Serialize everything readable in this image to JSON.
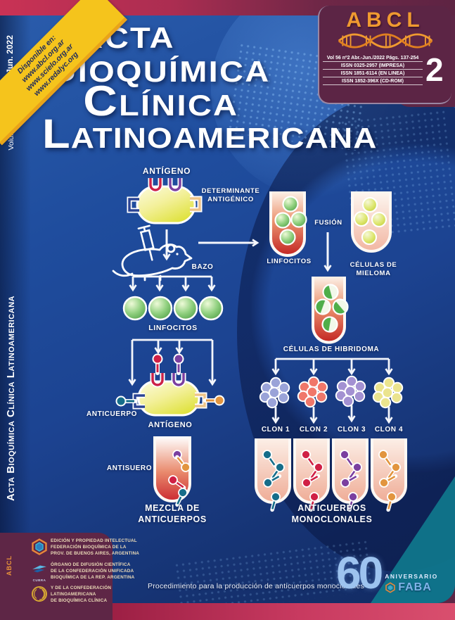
{
  "ribbon": {
    "lines": [
      "Disponible en:",
      "www.abcl.org.ar",
      "www.scielo.org.ar",
      "www.redalyc.org"
    ]
  },
  "masthead": {
    "title_lines": [
      "Acta",
      "Bioquímica",
      "Clínica",
      "Latinoamericana"
    ]
  },
  "abcl_box": {
    "logo": "ABCL",
    "vol_line": "Vol 56 nº2 Abr.-Jun./2022 Págs. 137-254",
    "issn_print": "ISSN 0325-2957 (IMPRESA)",
    "issn_online": "ISSN 1851-6114 (EN LINEA)",
    "issn_cd": "ISSN 1852-396X (CD-ROM)",
    "issue_number": "2"
  },
  "sidebar": {
    "date": "Abr.-Jun. 2022",
    "issue": "2",
    "volume": "Volumen 56",
    "journal": "Acta Bioquímica Clínica Latinoamericana"
  },
  "diagram": {
    "antigen_top": "ANTÍGENO",
    "determinant": "DETERMINANTE ANTIGÉNICO",
    "bazo": "BAZO",
    "lymphocytes_left": "LINFOCITOS",
    "antibody": "ANTICUERPO",
    "antigen_bottom": "ANTÍGENO",
    "antiserum": "ANTISUERO",
    "mixture": "MEZCLA DE ANTICUERPOS",
    "lymphocytes_right": "LINFOCITOS",
    "fusion": "FUSIÓN",
    "myeloma": "CÉLULAS DE MIELOMA",
    "hybridoma": "CÉLULAS DE HIBRIDOMA",
    "clones": [
      "CLON 1",
      "CLON 2",
      "CLON 3",
      "CLON 4"
    ],
    "monoclonal": "ANTICUERPOS MONOCLONALES"
  },
  "footer": {
    "abcl_mini": "ABCL",
    "orgs": [
      {
        "icon": "fba-hexagon-icon",
        "lines": [
          "EDICIÓN Y PROPIEDAD INTELECTUAL",
          "FEDERACIÓN BIOQUÍMICA DE LA",
          "PROV. DE BUENOS AIRES, ARGENTINA"
        ]
      },
      {
        "icon": "cubra-icon",
        "label": "CUBRA",
        "lines": [
          "ÓRGANO DE DIFUSIÓN CIENTÍFICA",
          "DE LA CONFEDERACIÓN UNIFICADA",
          "BIOQUÍMICA DE LA REP. ARGENTINA"
        ]
      },
      {
        "icon": "clabc-sun-icon",
        "lines": [
          "Y DE LA CONFEDERACIÓN",
          "LATINOAMERICANA",
          "DE BIOQUÍMICA CLÍNICA"
        ]
      }
    ],
    "caption": "Procedimiento para la producción de anticuerpos monoclonales",
    "anniversary_number": "60",
    "anniversary_label": "ANIVERSARIO",
    "faba": "FABA"
  },
  "colors": {
    "accent_orange": "#f09a30",
    "panel_blue": "#1d4795",
    "maroon": "#5e2646",
    "crimson_strip": "#c93255",
    "ribbon_yellow": "#f5c41c",
    "cell_green": "#6fbf5e",
    "cell_yellow": "#d8e060",
    "clone1": "#9aa3d8",
    "clone2": "#f0776a",
    "clone3": "#a391d2",
    "clone4": "#ebe48e",
    "antibody_teal": "#166d8a",
    "antibody_red": "#d02045",
    "antibody_purple": "#7b3fa0",
    "antibody_orange": "#e2953f",
    "epitope_red": "#cc2148",
    "epitope_purple": "#7b3fa0",
    "epitope_blue": "#2a4394",
    "epitope_tan": "#eec489"
  }
}
